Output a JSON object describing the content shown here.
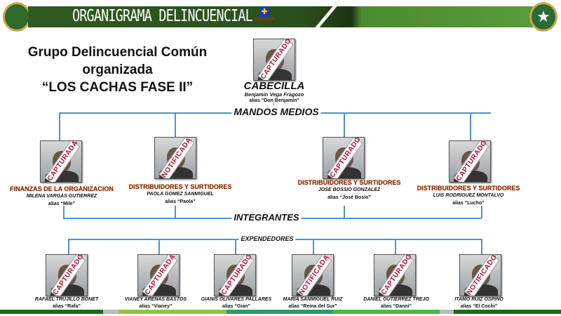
{
  "header": {
    "title": "ORGANIGRAMA DELINCUENCIAL",
    "fiscalia_logo": "FISCALIA",
    "colors": {
      "banner": "#2f5a1f",
      "accent": "#4f93c8"
    }
  },
  "group_title": [
    "Grupo Delincuencial Común",
    "organizada",
    "“LOS CACHAS FASE II”"
  ],
  "levels": {
    "mandos": "MANDOS MEDIOS",
    "integrantes": "INTEGRANTES",
    "expendedores": "EXPENDEDORES"
  },
  "boss": {
    "role": "CABECILLA",
    "name": "Benjamin Vega Fragozo",
    "alias": "alias \"Don Benjamín\"",
    "status": "CAPTURADO"
  },
  "mid": [
    {
      "role": "FINANZAS  DE LA ORGANIZACION",
      "name": "MILENA VARGAS GUTIERREZ",
      "alias": "alias “Mile”",
      "status": "CAPTURADA"
    },
    {
      "role": "DISTRIBUIDORES Y SURTIDORES",
      "name": "PAOLA GOMEZ SANMIGUEL",
      "alias": "alias “Paola”",
      "status": "NOTIFICADA"
    },
    {
      "role": "DISTRIBUIDORES Y SURTIDORES",
      "name": "JOSE BOSSIO  GONZALEZ",
      "alias": "alias “José Bosio”",
      "status": "CAPTURADO"
    },
    {
      "role": "DISTRIBUIDORES Y SURTIDORES",
      "name": "LUIS RODRIGUEZ  MONTALVO",
      "alias": "alias “Lucho”",
      "status": "CAPTURADO"
    }
  ],
  "members": [
    {
      "name": "RAFAEL TRUJILLO BONET",
      "alias": "alias  “Rafa”",
      "status": "CAPTURADO"
    },
    {
      "name": "VIANEY ARENAS  BASTOS",
      "alias": "alias  “Vianey”",
      "status": "CAPTURADA"
    },
    {
      "name": "GIANIS OLIVARES PALLARES",
      "alias": "alias “Gian”",
      "status": "CAPTURADO"
    },
    {
      "name": "MARIA SANMIGUEL RUIZ",
      "alias": "alias “Reina del Sur”",
      "status": "NOTIFICADA"
    },
    {
      "name": "DANIEL GUTIERREZ TREJO",
      "alias": "alias “Danni”",
      "status": "CAPTURADO"
    },
    {
      "name": "ITAMO  RUIZ OSPINO",
      "alias": "alias “El Cochi”",
      "status": "NOTIFICADO"
    }
  ]
}
